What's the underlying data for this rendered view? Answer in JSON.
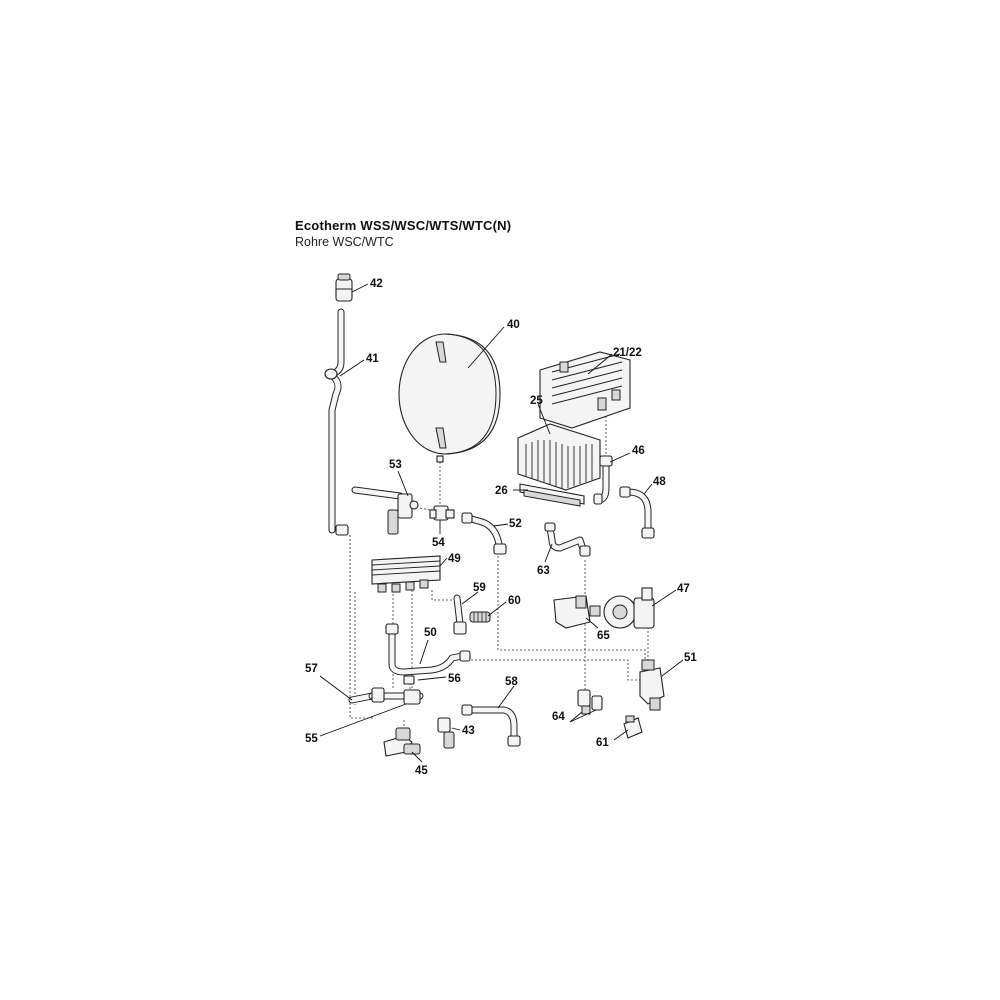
{
  "title": "Ecotherm WSS/WSC/WTS/WTC(N)",
  "subtitle": "Rohre WSC/WTC",
  "callouts": {
    "c42": "42",
    "c40": "40",
    "c41": "41",
    "c2122": "21/22",
    "c25": "25",
    "c46": "46",
    "c53": "53",
    "c26": "26",
    "c48": "48",
    "c52": "52",
    "c54": "54",
    "c49": "49",
    "c63": "63",
    "c59": "59",
    "c60": "60",
    "c47": "47",
    "c50": "50",
    "c65": "65",
    "c51": "51",
    "c57": "57",
    "c56": "56",
    "c58": "58",
    "c64": "64",
    "c55": "55",
    "c43": "43",
    "c61": "61",
    "c45": "45"
  }
}
